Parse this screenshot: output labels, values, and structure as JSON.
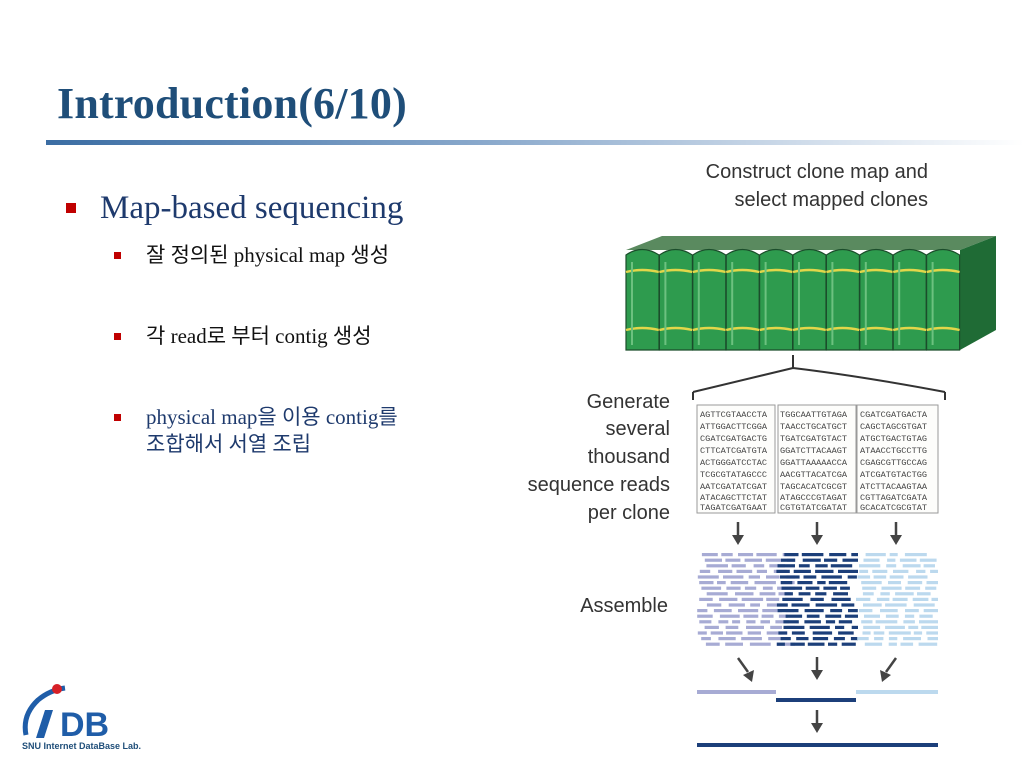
{
  "slide": {
    "title": "Introduction(6/10)",
    "bullets": [
      {
        "text": "Map-based sequencing"
      },
      {
        "text": "잘 정의된 physical map 생성"
      },
      {
        "text": "각 read로 부터 contig 생성"
      },
      {
        "line1": "physical map을 이용 contig를",
        "line2": "조합해서 서열 조립"
      }
    ]
  },
  "diagram": {
    "step1": {
      "line1": "Construct clone map and",
      "line2": "select mapped clones"
    },
    "step2": {
      "lines": [
        "Generate",
        "several",
        "thousand",
        "sequence reads",
        "per clone"
      ]
    },
    "step3": "Assemble",
    "sequence_columns": [
      [
        "AGTTCGTAACCTA",
        "ATTGGACTTCGGA",
        "CGATCGATGACTG",
        "CTTCATCGATGTA",
        "ACTGGGATCCTAC",
        "TCGCGTATAGCCC",
        "AATCGATATCGAT",
        "ATACAGCTTCTAT",
        "TAGATCGATGAAT"
      ],
      [
        "TGGCAATTGTAGA",
        "TAACCTGCATGCT",
        "TGATCGATGTACT",
        "GGATCTTACAAGT",
        "GGATTAAAAACCA",
        "AACGTTACATCGA",
        "TAGCACATCGCGT",
        "ATAGCCCGTAGAT",
        "CGTGTATCGATAT"
      ],
      [
        "CGATCGATGACTA",
        "CAGCTAGCGTGAT",
        "ATGCTGACTGTAG",
        "ATAACCTGCCTTG",
        "CGAGCGTTGCCAG",
        "ATCGATGTACTGG",
        "ATCTTACAAGTAA",
        "CGTTAGATCGATA",
        "GCACATCGCGTAT"
      ]
    ],
    "colors": {
      "book_green": "#2e9b4e",
      "read_light": "#a7abd4",
      "read_dark": "#1c3f7a",
      "read_pale": "#bcd9ee"
    }
  },
  "logo": {
    "text": "DB",
    "caption": "SNU Internet DataBase Lab."
  }
}
